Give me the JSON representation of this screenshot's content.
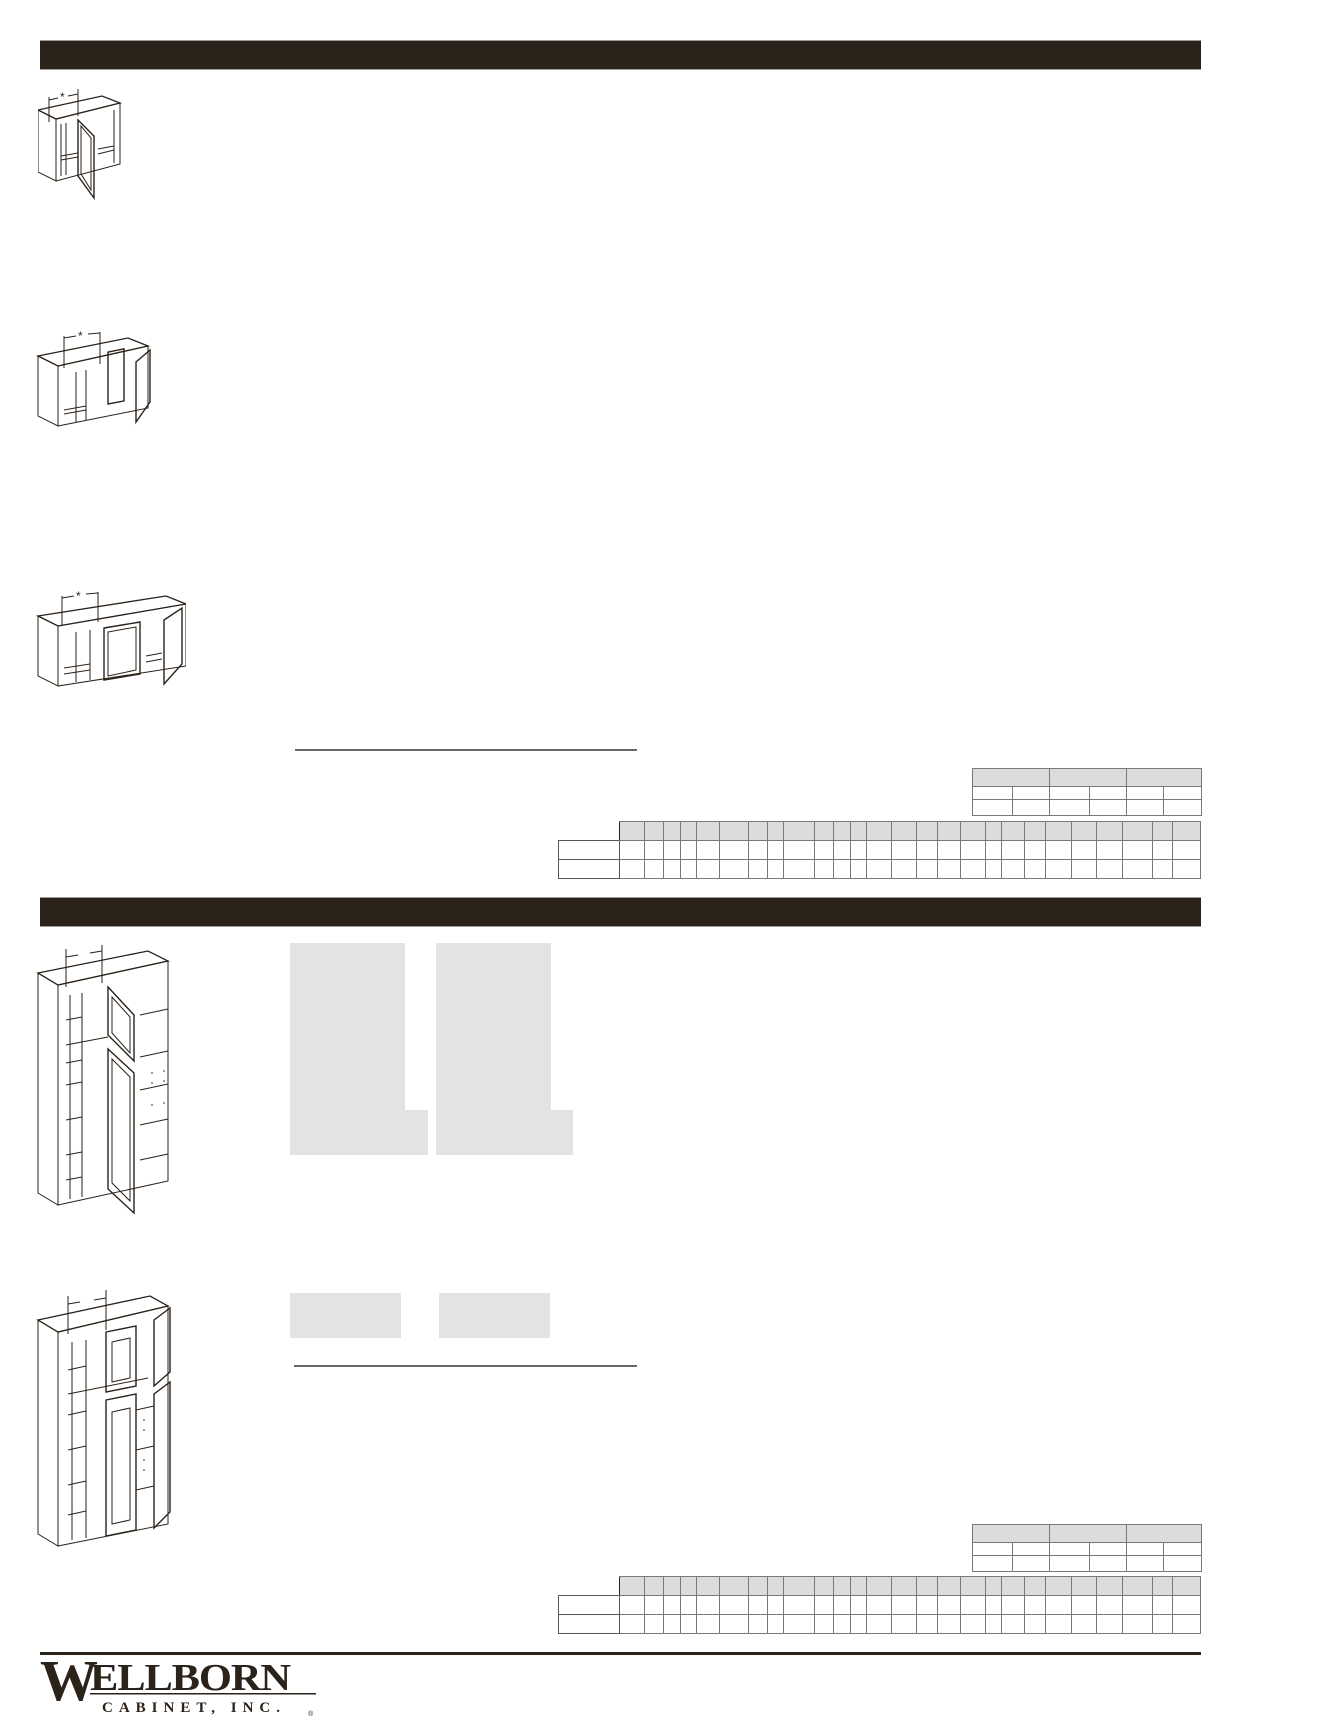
{
  "page": {
    "sections": [
      {
        "id": "wall-blind-corner",
        "title": "",
        "items": [
          {
            "name": "blind-corner-wall-cabinet-single-door",
            "dimension_marker": "*"
          },
          {
            "name": "blind-corner-wall-cabinet-double-door",
            "dimension_marker": "*"
          },
          {
            "name": "blind-corner-wall-cabinet-triple-door",
            "dimension_marker": "*"
          }
        ],
        "small_table": {
          "header": [
            "",
            "",
            ""
          ],
          "rows": [
            [
              "",
              "",
              "",
              "",
              "",
              ""
            ],
            [
              "",
              "",
              "",
              "",
              "",
              ""
            ]
          ]
        },
        "large_table": {
          "header_cells": 28,
          "row_labels": [
            "",
            ""
          ]
        }
      },
      {
        "id": "tall-blind-corner",
        "title": "",
        "items": [
          {
            "name": "tall-blind-corner-pantry-single-door",
            "dimension_marker": ""
          },
          {
            "name": "tall-blind-corner-pantry-double-door",
            "dimension_marker": ""
          }
        ],
        "small_table": {
          "header": [
            "",
            "",
            ""
          ],
          "rows": [
            [
              "",
              "",
              "",
              "",
              "",
              ""
            ],
            [
              "",
              "",
              "",
              "",
              "",
              ""
            ]
          ]
        },
        "large_table": {
          "header_cells": 28,
          "row_labels": [
            "",
            ""
          ]
        }
      }
    ],
    "footer": {
      "brand_main": "WELLBORN",
      "brand_sub": "CABINET, INC.",
      "registered_mark": "®"
    },
    "colors": {
      "bar": "#2b2219",
      "table_header": "#dcdcdc",
      "gray_block": "#e3e3e3",
      "line": "#2b2219"
    }
  }
}
